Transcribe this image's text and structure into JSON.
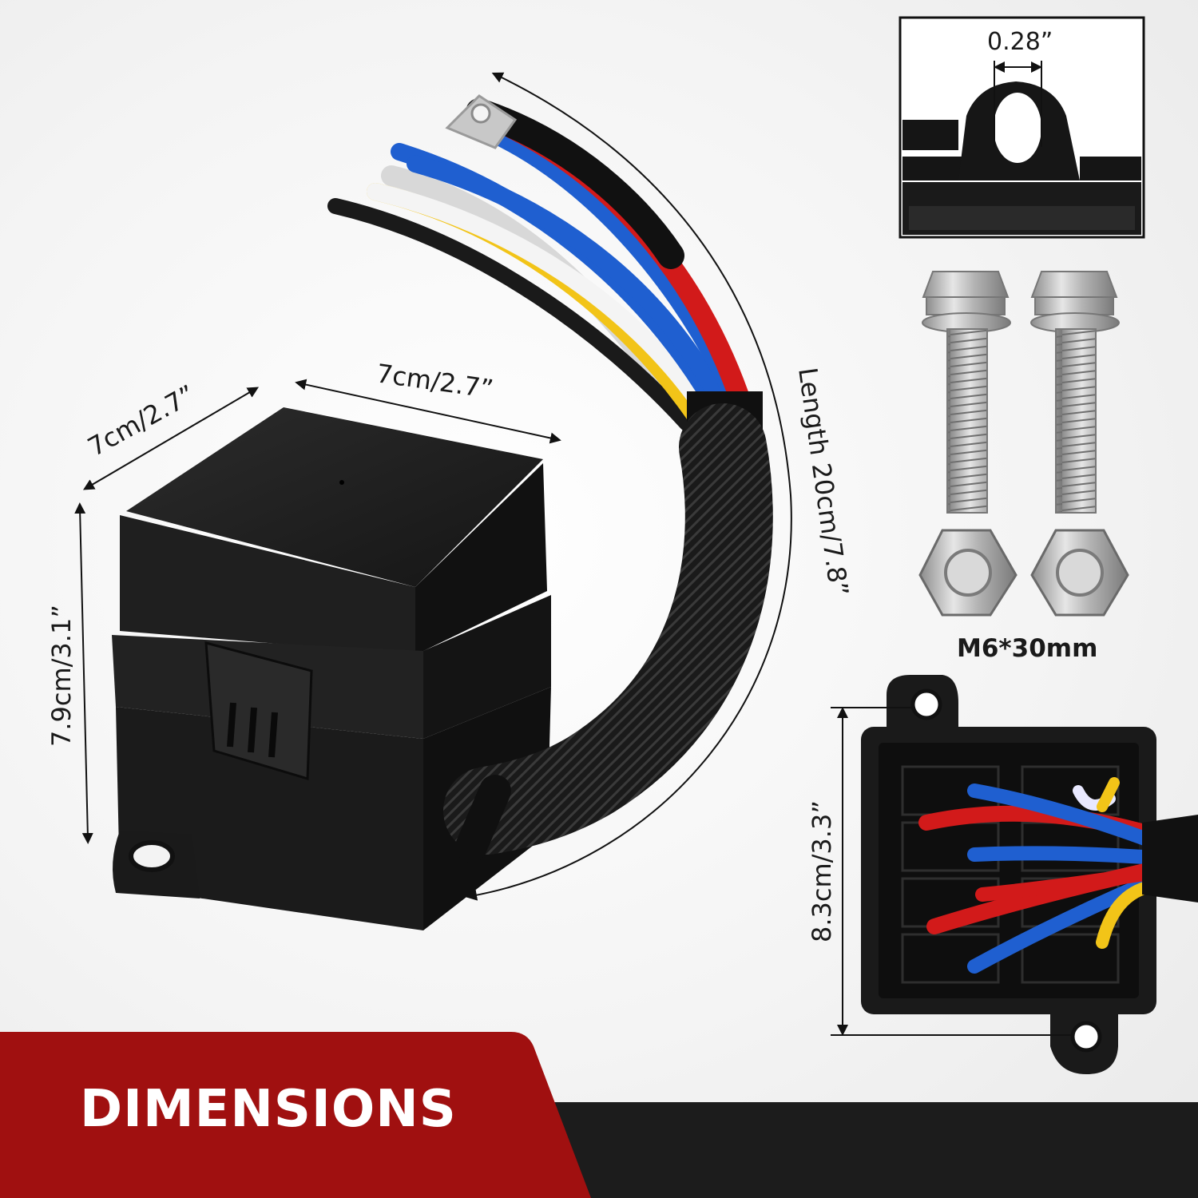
{
  "labels": {
    "width_left": "7cm/2.7”",
    "width_top": "7cm/2.7”",
    "height": "7.9cm/3.1”",
    "length": "Length 20cm/7.8”",
    "hole": "0.28”",
    "bolt": "M6*30mm",
    "inner_height": "8.3cm/3.3”"
  },
  "banner": {
    "title": "DIMENSIONS"
  },
  "colors": {
    "banner_red": "#a01010",
    "banner_dark": "#1c1c1c",
    "box_black": "#1e1e1e",
    "wire_red": "#d21a1a",
    "wire_blue": "#1f5fd0",
    "wire_yellow": "#f2c418",
    "wire_white": "#f4f4f4"
  }
}
